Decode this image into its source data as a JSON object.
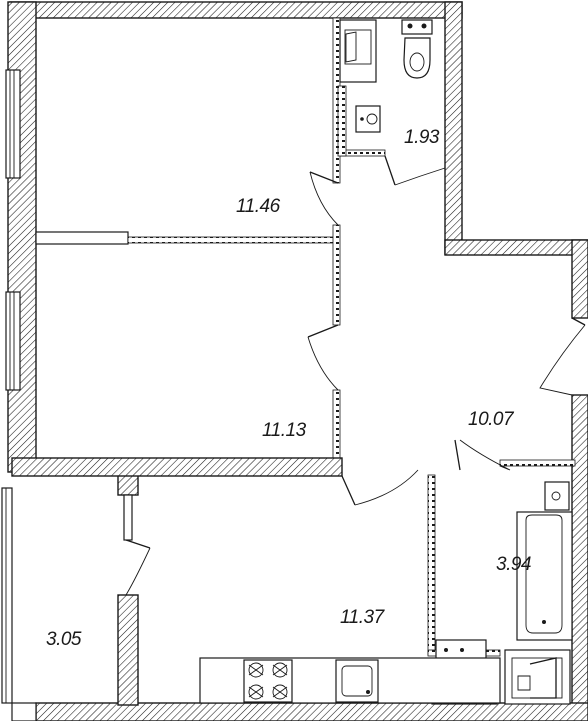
{
  "rooms": [
    {
      "id": "bedroom-top",
      "area": "11.46"
    },
    {
      "id": "toilet",
      "area": "1.93"
    },
    {
      "id": "bedroom-middle",
      "area": "11.13"
    },
    {
      "id": "hallway",
      "area": "10.07"
    },
    {
      "id": "bathroom",
      "area": "3.94"
    },
    {
      "id": "kitchen",
      "area": "11.37"
    },
    {
      "id": "balcony",
      "area": "3.05"
    }
  ]
}
